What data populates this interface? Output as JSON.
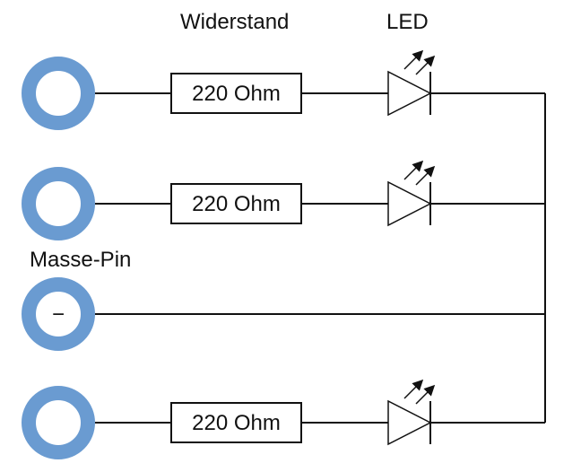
{
  "header": {
    "resistor_label": "Widerstand",
    "led_label": "LED"
  },
  "ground_label": "Masse-Pin",
  "rows": [
    {
      "kind": "led",
      "resistor_value": "220 Ohm"
    },
    {
      "kind": "led",
      "resistor_value": "220 Ohm"
    },
    {
      "kind": "ground",
      "pin_symbol": "−"
    },
    {
      "kind": "led",
      "resistor_value": "220 Ohm"
    }
  ],
  "colors": {
    "pin_ring": "#6a9bd1",
    "pin_hole": "#ffffff",
    "wire": "#111111",
    "text": "#111111"
  }
}
